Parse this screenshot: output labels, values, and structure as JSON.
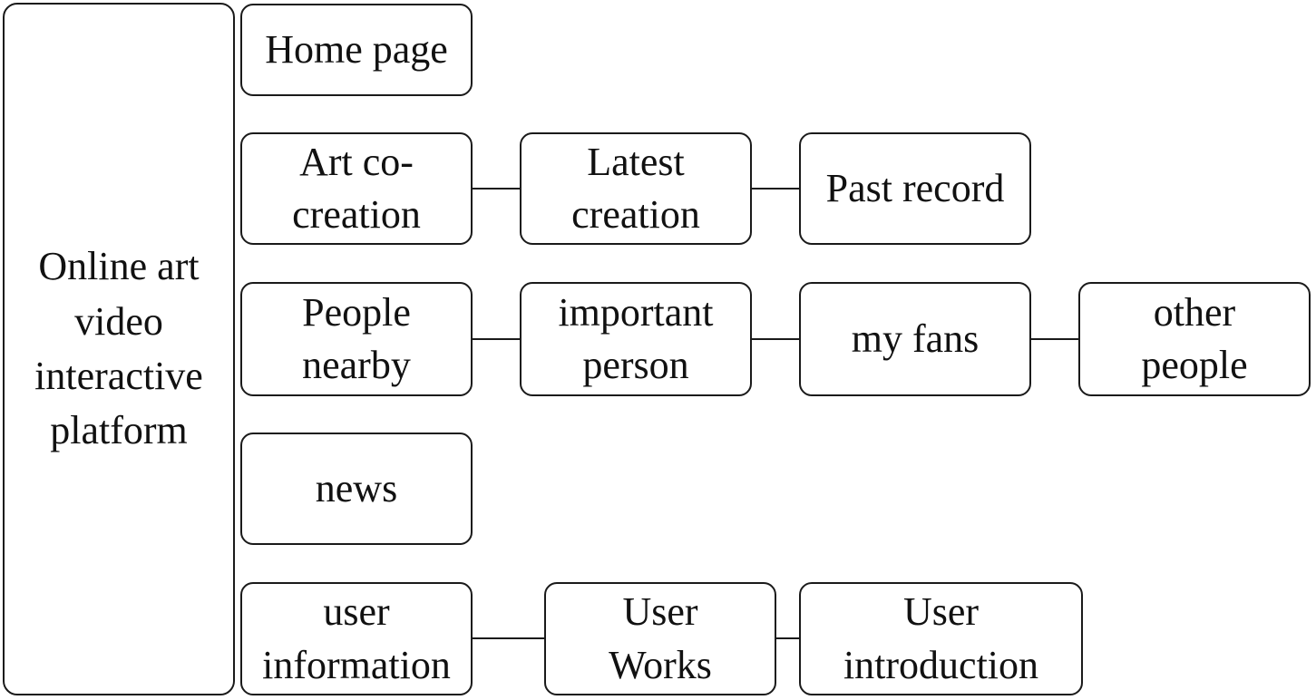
{
  "root": {
    "label_lines": [
      "Online art",
      "video",
      "interactive",
      "platform"
    ]
  },
  "rows": {
    "home": {
      "label_lines": [
        "Home page"
      ]
    },
    "art": {
      "main_lines": [
        "Art co-",
        "creation"
      ],
      "latest_lines": [
        "Latest",
        "creation"
      ],
      "past_lines": [
        "Past record"
      ]
    },
    "people": {
      "main_lines": [
        "People",
        "nearby"
      ],
      "important_lines": [
        "important",
        "person"
      ],
      "fans_lines": [
        "my fans"
      ],
      "other_lines": [
        "other",
        "people"
      ]
    },
    "news": {
      "label_lines": [
        "news"
      ]
    },
    "user": {
      "main_lines": [
        "user",
        "information"
      ],
      "works_lines": [
        "User",
        "Works"
      ],
      "intro_lines": [
        "User",
        "introduction"
      ]
    }
  }
}
